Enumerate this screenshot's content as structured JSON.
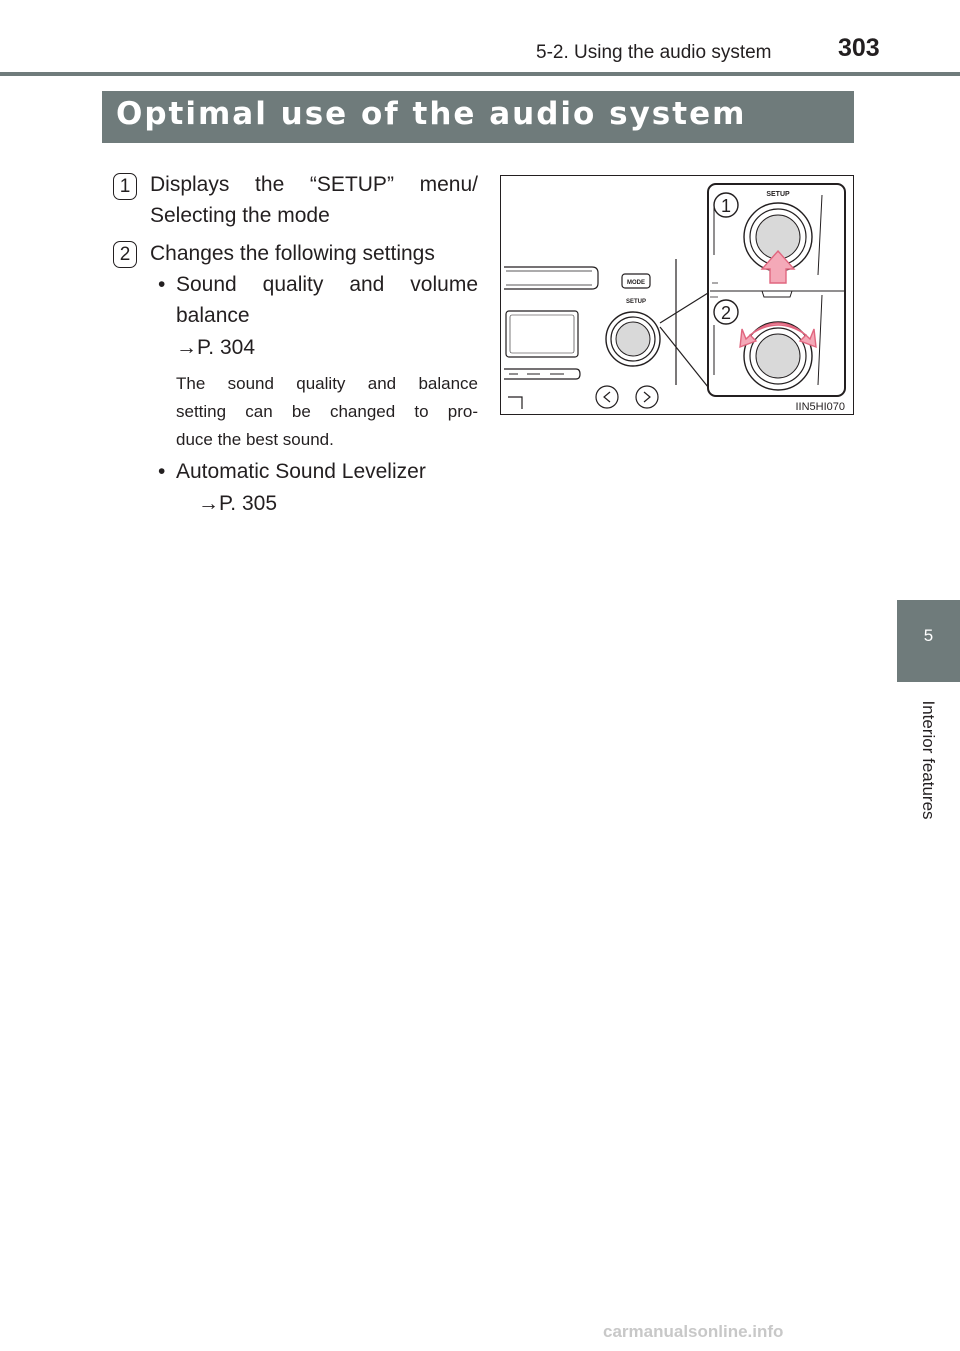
{
  "header": {
    "section": "5-2. Using the audio system",
    "page_number": "303"
  },
  "title": "Optimal use of the audio system",
  "items": [
    {
      "number": "1",
      "line1": "Displays the “SETUP” menu/",
      "line2": "Selecting the mode"
    },
    {
      "number": "2",
      "text": "Changes the following settings"
    }
  ],
  "sub_items": [
    {
      "bullet": "•",
      "line1": "Sound quality and volume",
      "line2": "balance",
      "ref": "→P. 304",
      "note": [
        "The sound quality and balance",
        "setting can be changed to pro-",
        "duce the best sound."
      ]
    },
    {
      "bullet": "•",
      "line1": "Automatic Sound Levelizer",
      "ref": "→P. 305"
    }
  ],
  "figure": {
    "callout_1": "1",
    "callout_2": "2",
    "label_mode": "MODE",
    "label_setup": "SETUP",
    "label_setup_zoom": "SETUP",
    "figure_id": "IIN5HI070",
    "accent_color": "#f4a9b8",
    "accent_stroke": "#e0667f"
  },
  "side_tab": {
    "chapter": "5",
    "label": "Interior features"
  },
  "footer": {
    "watermark": "carmanualsonline.info"
  }
}
